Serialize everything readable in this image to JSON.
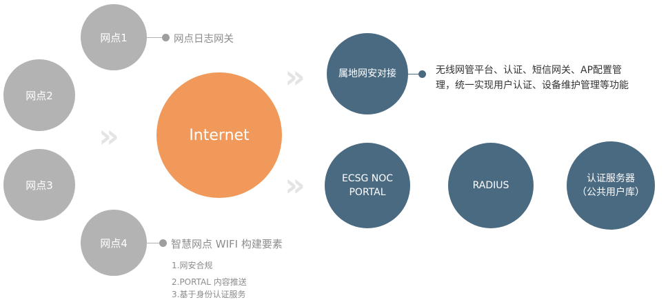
{
  "nodes": {
    "node1": "网点1",
    "node2": "网点2",
    "node3": "网点3",
    "node4": "网点4",
    "internet": "Internet",
    "local": "属地网安对接",
    "ecsg": "ECSG NOC\nPORTAL",
    "radius": "RADIUS",
    "auth_server": "认证服务器\n（公共用户库）"
  },
  "annotations": {
    "node1_note": "网点日志网关",
    "node4_title": "智慧网点 WIFI 构建要素",
    "node4_items": [
      "1.网安合规",
      "2.PORTAL 内容推送",
      "3.基于身份认证服务"
    ],
    "local_desc_line1": "无线网管平台、认证、短信网关、AP配置管",
    "local_desc_line2": "理，统一实现用户认证、设备维护管理等功能"
  },
  "colors": {
    "gray_node": "#b3b3b3",
    "internet": "#f0995a",
    "service_node": "#4a6a82",
    "arrow": "#e4e4e4"
  }
}
